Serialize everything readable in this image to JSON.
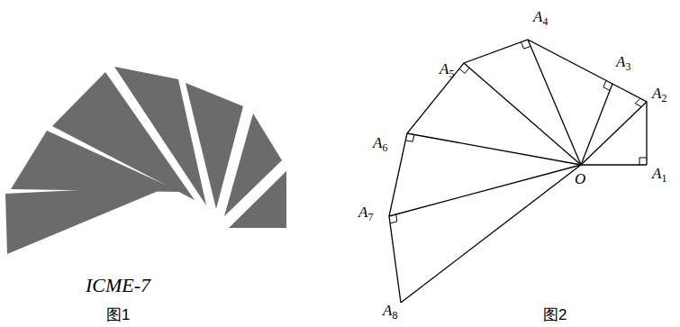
{
  "diagram": {
    "labels": [
      "ICME-7",
      "图1",
      "A1",
      "A2",
      "A3",
      "A4",
      "A5",
      "A6",
      "A7",
      "A8",
      "O",
      "图2"
    ]
  }
}
